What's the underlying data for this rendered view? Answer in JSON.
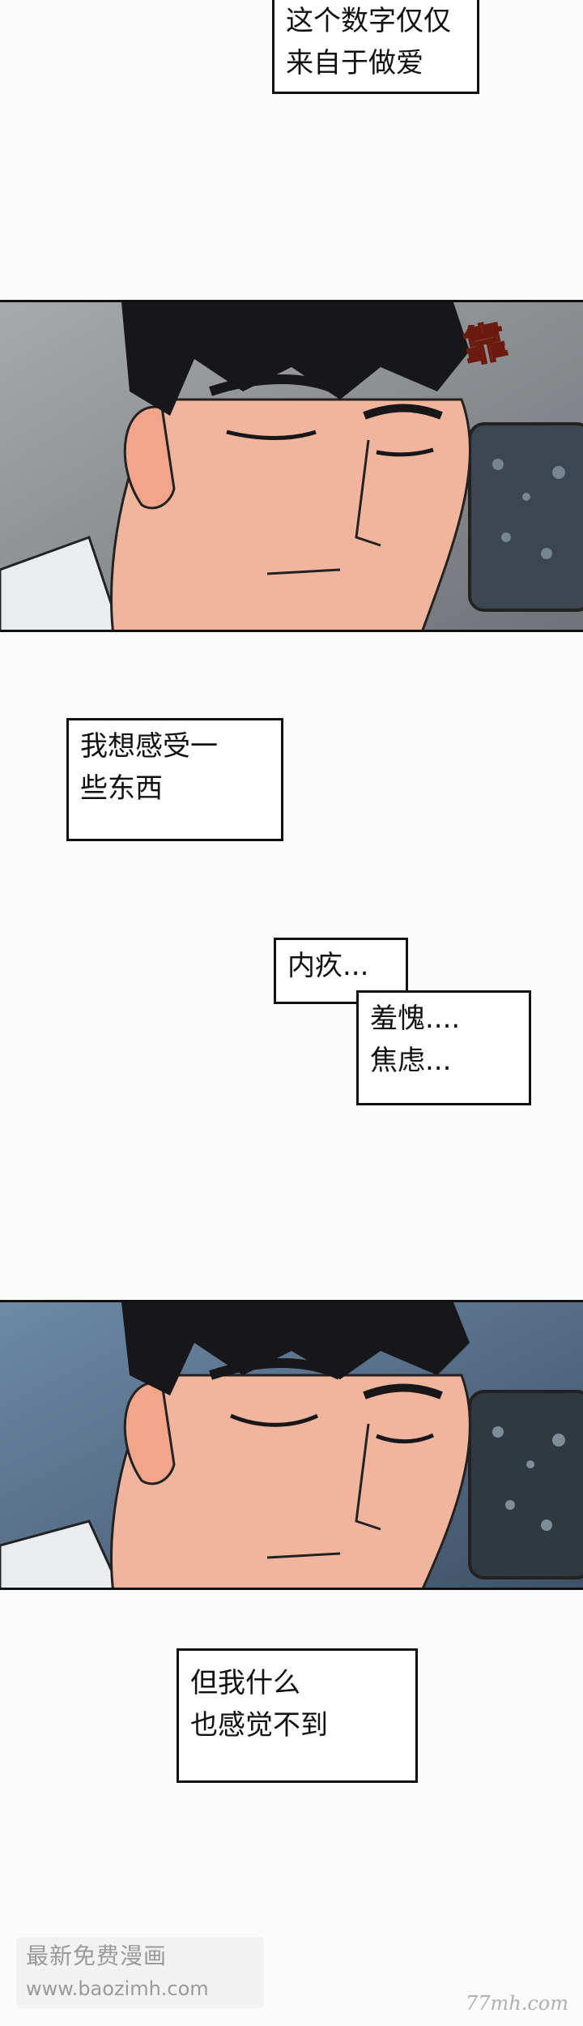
{
  "captions": {
    "top": [
      "这个数字仅仅",
      "来自于做爱"
    ],
    "feel": [
      "我想感受一",
      "些东西"
    ],
    "guilt": "内疚...",
    "shame_anxiety": [
      "羞愧....",
      "焦虑..."
    ],
    "nothing": [
      "但我什么",
      "也感觉不到"
    ]
  },
  "sfx": {
    "panel1": "靠"
  },
  "watermark": {
    "line1": "最新免费漫画",
    "line2": "www.baozimh.com"
  },
  "corner_mark": "77mh.com",
  "colors": {
    "panel1_bg": "#8c8f93",
    "panel2_bg": "#5d7a96",
    "skin": "#f1b49c",
    "hair": "#17171a",
    "sfx_red": "#d8321f"
  }
}
